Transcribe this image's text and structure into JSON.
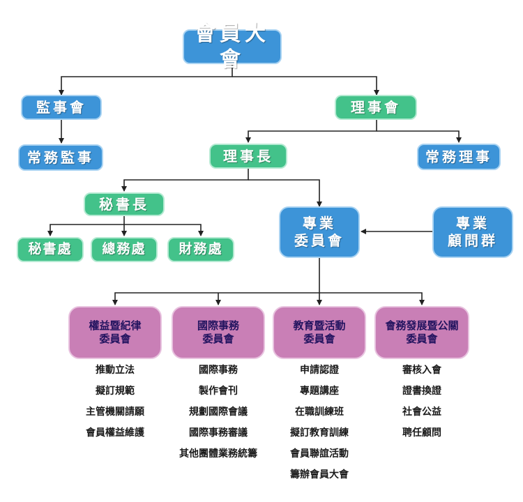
{
  "nodes": {
    "general_assembly": "會員大會",
    "supervisory_board": "監事會",
    "standing_supervisor": "常務監事",
    "board_of_directors": "理事會",
    "chairman": "理事長",
    "standing_director": "常務理事",
    "secretary_general": "秘書長",
    "secretariat": "秘書處",
    "general_affairs": "總務處",
    "finance": "財務處",
    "committees": [
      "專業",
      "委員會"
    ],
    "advisory_group": [
      "專業",
      "顧問群"
    ]
  },
  "committees": [
    {
      "title": [
        "權益暨紀律",
        "委員會"
      ],
      "tasks": [
        "推動立法",
        "擬訂規範",
        "主管機關請願",
        "會員權益維護"
      ]
    },
    {
      "title": [
        "國際事務",
        "委員會"
      ],
      "tasks": [
        "國際事務",
        "製作會刊",
        "規劃國際會議",
        "國際事務審議",
        "其他團體業務統籌"
      ]
    },
    {
      "title": [
        "教育暨活動",
        "委員會"
      ],
      "tasks": [
        "申請認證",
        "專題講座",
        "在職訓練班",
        "擬訂教育訓練",
        "會員聯誼活動",
        "籌辦會員大會"
      ]
    },
    {
      "title": [
        "會務發展暨公關",
        "委員會"
      ],
      "tasks": [
        "審核入會",
        "證書換證",
        "社會公益",
        "聘任顧問"
      ]
    }
  ],
  "colors": {
    "blue": "#3d94d8",
    "green": "#43c28a",
    "pink": "#c97fb6",
    "connector": "#222222"
  }
}
